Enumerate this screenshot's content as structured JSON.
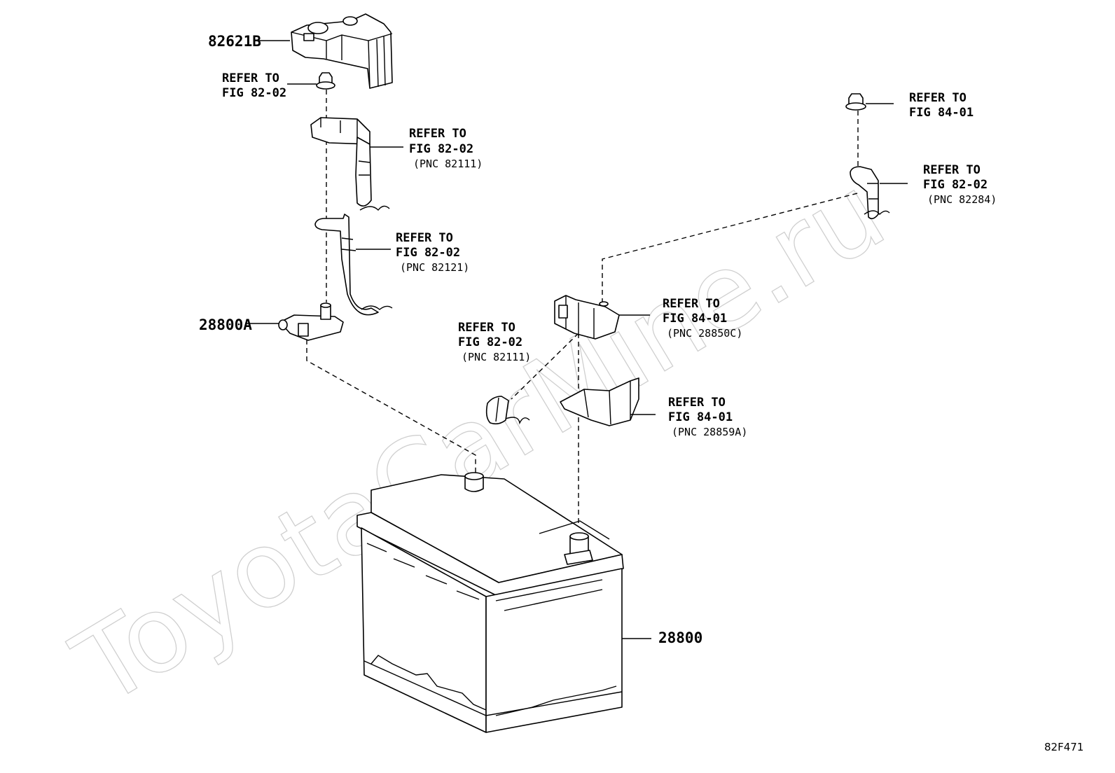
{
  "watermark": "ToyotaCarMine.ru",
  "diagram_code": "82F471",
  "parts": {
    "p82621b": "82621B",
    "p28800a": "28800A",
    "p28800": "28800"
  },
  "refs": {
    "r1": {
      "l1": "REFER TO",
      "l2": "FIG 82-02"
    },
    "r2": {
      "l1": "REFER TO",
      "l2": "FIG 82-02",
      "l3": "(PNC 82111)"
    },
    "r3": {
      "l1": "REFER TO",
      "l2": "FIG 82-02",
      "l3": "(PNC 82121)"
    },
    "r4": {
      "l1": "REFER TO",
      "l2": "FIG 82-02",
      "l3": "(PNC 82111)"
    },
    "r5": {
      "l1": "REFER TO",
      "l2": "FIG 84-01",
      "l3": "(PNC 28850C)"
    },
    "r6": {
      "l1": "REFER TO",
      "l2": "FIG 84-01",
      "l3": "(PNC 28859A)"
    },
    "r7": {
      "l1": "REFER TO",
      "l2": "FIG 84-01"
    },
    "r8": {
      "l1": "REFER TO",
      "l2": "FIG 82-02",
      "l3": "(PNC 82284)"
    }
  }
}
